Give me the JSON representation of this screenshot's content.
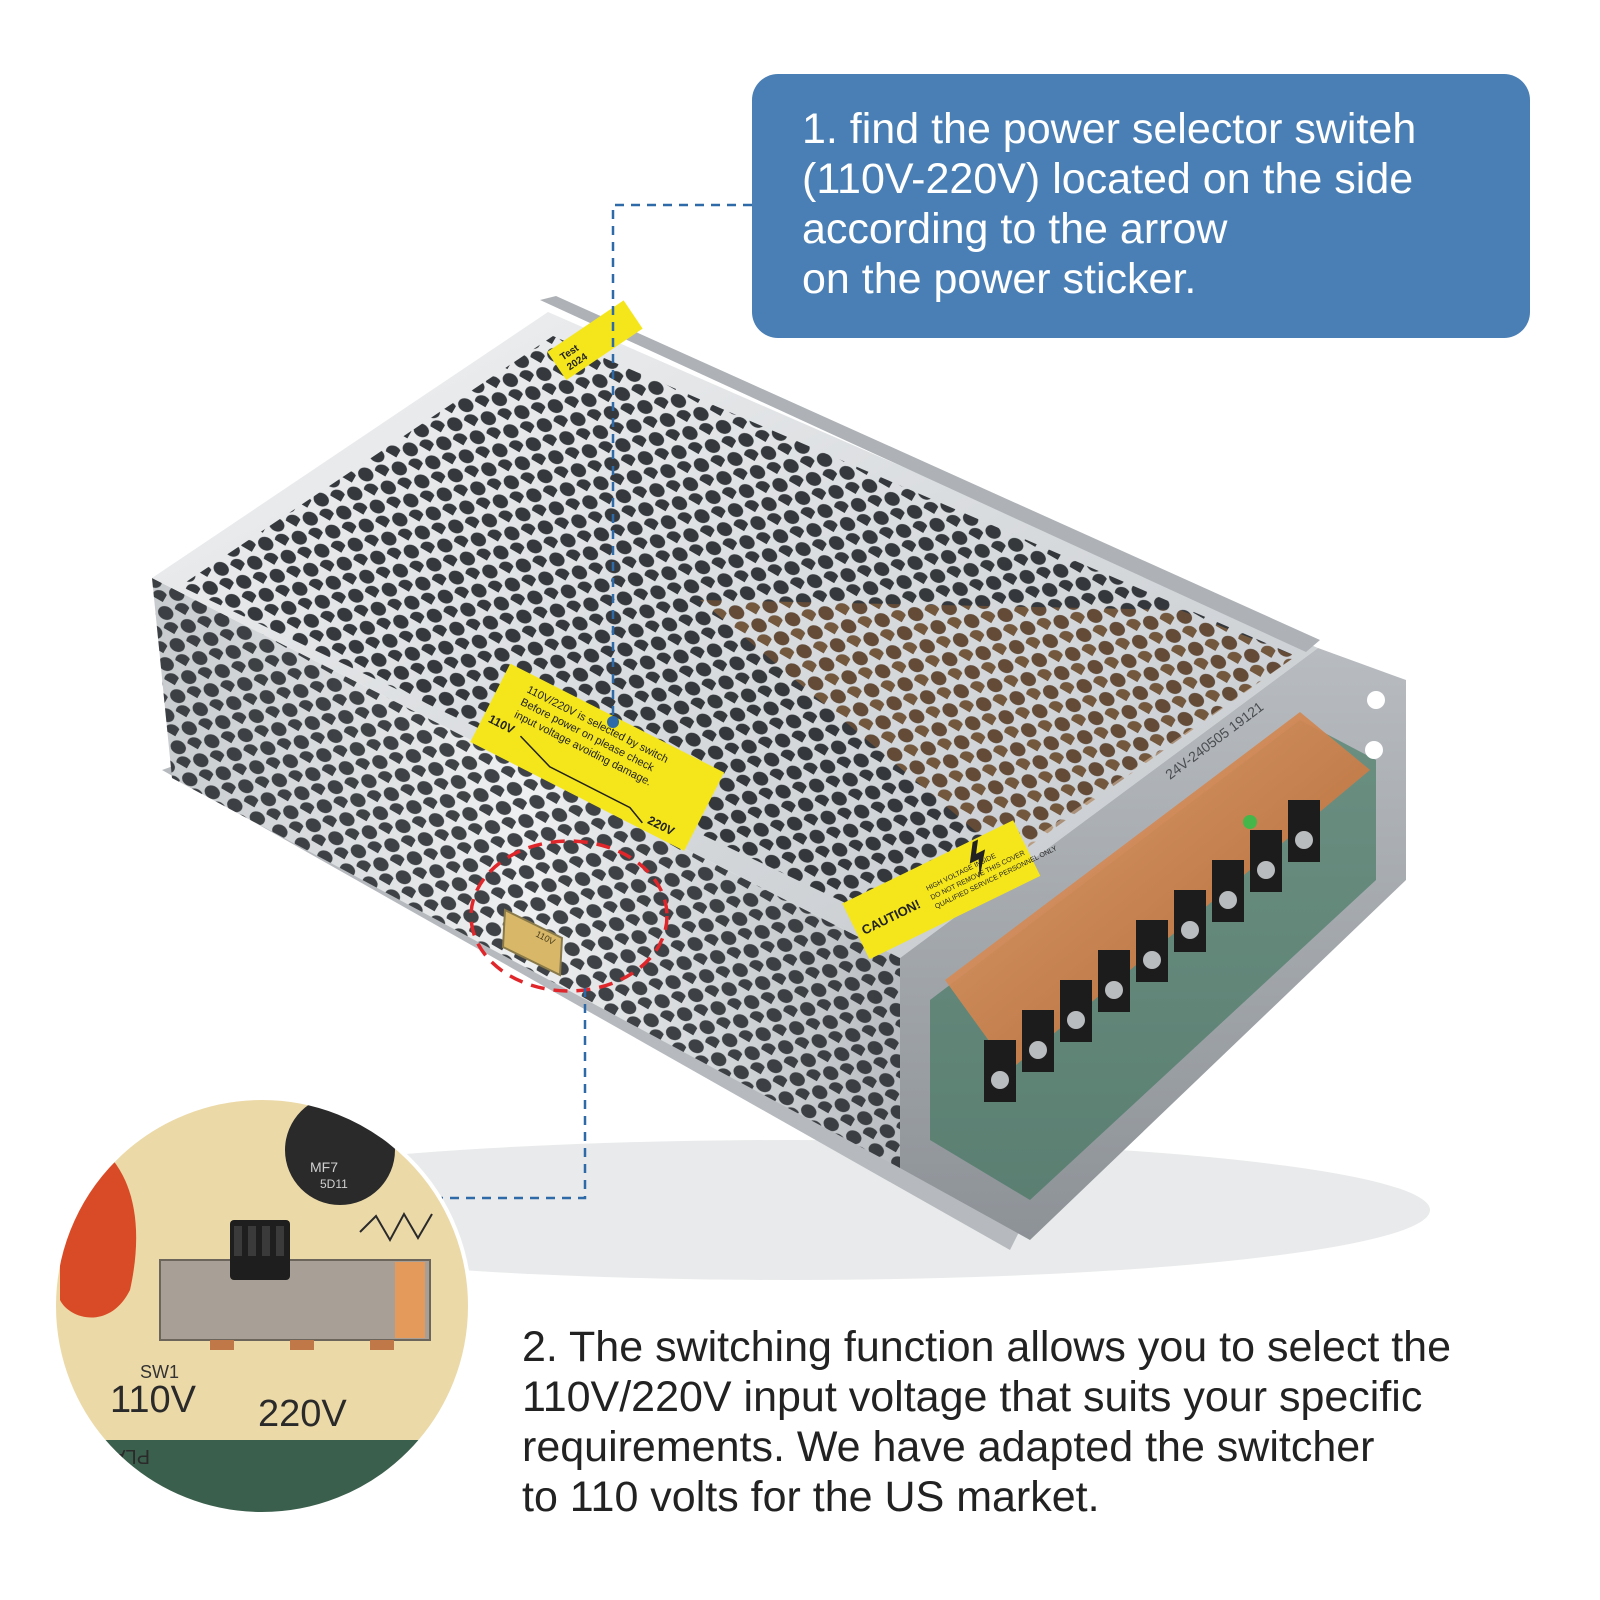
{
  "colors": {
    "callout_bg": "#4a7fb5",
    "callout_text": "#ffffff",
    "caption_text": "#222222",
    "leader_line": "#2f6aa8",
    "highlight_circle": "#e0262a",
    "sticker_yellow": "#f5e61c",
    "chassis_silver": "#d6d9dc",
    "terminal_amber": "#c8763a",
    "pcb_tan": "#ecd9a8"
  },
  "callout_1": {
    "text": "1. find the power selector switeh\n(110V-220V) located on the side\naccording to the arrow\non the power sticker."
  },
  "caption_2": {
    "text": "2. The switching function allows you to select the\n110V/220V input voltage that suits your specific\nrequirements. We have adapted the switcher\nto 110 volts for the US market."
  },
  "stickers": {
    "voltage": {
      "line_1": "110V/220V is selected by switch",
      "line_2": "Before power on please check",
      "line_3": "input voltage avoiding damage.",
      "left_label": "110V",
      "right_label": "220V"
    },
    "caution": {
      "title": "CAUTION!",
      "line_1": "HIGH VOLTAGE INSIDE",
      "line_2": "DO NOT REMOVE THIS COVER",
      "line_3": "QUALIFIED SERVICE PERSONNEL ONLY"
    },
    "test": {
      "label": "Test",
      "code": "2024"
    },
    "model": {
      "text": "24V-240505 19121"
    },
    "window_label": {
      "text": "110V"
    }
  },
  "inset": {
    "component_label": "SW1",
    "left_voltage": "110V",
    "right_voltage": "220V",
    "bottom_text": "PLACE ONLY WITH S",
    "ntc_label_1": "MF7",
    "ntc_label_2": "5D11"
  },
  "icons": {
    "high_voltage": "lightning-bolt-icon",
    "selector": "slide-switch-icon"
  }
}
